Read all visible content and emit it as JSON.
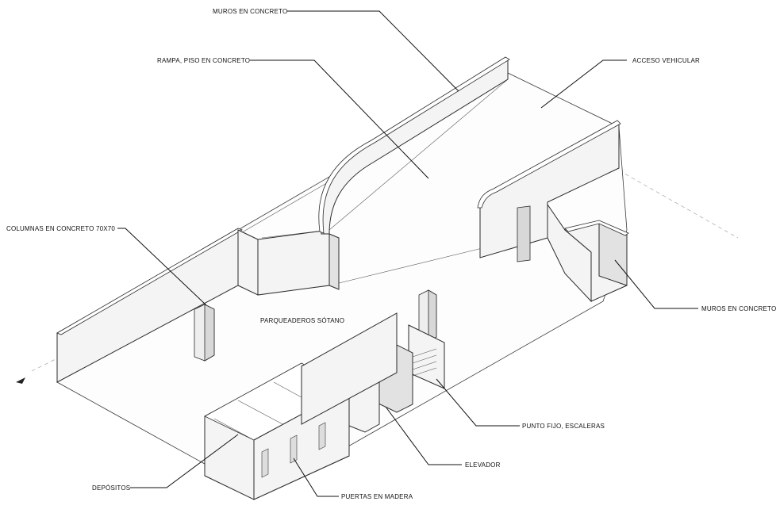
{
  "labels": {
    "muros_top": "MUROS EN CONCRETO",
    "rampa": "RAMPA, PISO EN CONCRETO",
    "acceso": "ACCESO VEHICULAR",
    "columnas": "COLUMNAS EN CONCRETO 70X70",
    "parqueaderos": "PARQUEADEROS SÓTANO",
    "muros_right": "MUROS EN CONCRETO",
    "punto_fijo": "PUNTO FIJO, ESCALERAS",
    "elevador": "ELEVADOR",
    "depositos": "DEPÓSITOS",
    "puertas": "PUERTAS EN MADERA"
  },
  "icons": {
    "north": "north-arrow-icon"
  }
}
